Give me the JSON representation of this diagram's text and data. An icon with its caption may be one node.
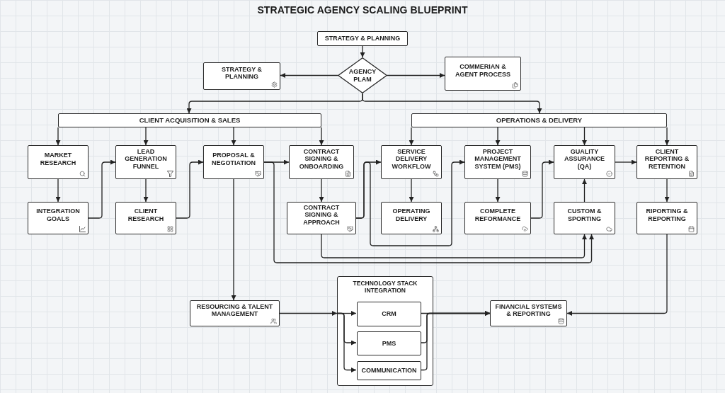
{
  "diagram": {
    "title": "STRATEGIC AGENCY SCALING BLUEPRINT",
    "nodes": [
      {
        "text": [
          "STRATEGY & PLANNING"
        ]
      },
      {
        "text": [
          "STRATEGY & PLANNING"
        ]
      },
      {
        "text": [
          "AGENCY PLAM"
        ]
      },
      {
        "text": [
          "COMMERIAN & AGENT PROCESS"
        ]
      },
      {
        "text": [
          "CLIENT ACQUISITION & SALES"
        ]
      },
      {
        "text": [
          "OPERATIONS & DELIVERY"
        ]
      },
      {
        "text": [
          "MARKET RESEARCH"
        ]
      },
      {
        "text": [
          "LEAD GENERATION FUNNEL"
        ]
      },
      {
        "text": [
          "PROPOSAL & NEGOTIATION"
        ]
      },
      {
        "text": [
          "CONTRACT SIGNING & ONBOARDING"
        ]
      },
      {
        "text": [
          "SERVICE DELIVERY WORKFLOW"
        ]
      },
      {
        "text": [
          "PROJECT MANAGEMENT SYSTEM (PMS)"
        ]
      },
      {
        "text": [
          "GUALITY ASSURANCE (QA)"
        ]
      },
      {
        "text": [
          "CLIENT REPORTING & RETENTION"
        ]
      },
      {
        "text": [
          "INTEGRATION GOALS"
        ]
      },
      {
        "text": [
          "CLIENT RESEARCH"
        ]
      },
      {
        "text": [
          "CONTRACT SIGNING & APPROACH"
        ]
      },
      {
        "text": [
          "OPERATING DELIVERY"
        ]
      },
      {
        "text": [
          "COMPLETE REFORMANCE"
        ]
      },
      {
        "text": [
          "CUSTOM & SPORTING"
        ]
      },
      {
        "text": [
          "RIPORTING & REPORTING"
        ]
      },
      {
        "text": [
          "RESOURCING & TALENT MANAGEMENT"
        ]
      },
      {
        "text": [
          "TECHNOLOGY STACK INTEGRATION"
        ]
      },
      {
        "text": [
          "CRM"
        ],
        "in": 22
      },
      {
        "text": [
          "PMS"
        ],
        "in": 22
      },
      {
        "text": [
          "COMMUNICATION"
        ],
        "in": 22
      },
      {
        "text": [
          "FINANCIAL SYSTEMS & REPORTING"
        ]
      }
    ],
    "edges": [
      {
        "from": 0,
        "to": 2,
        "arrow": "to"
      },
      {
        "from": 2,
        "to": 1,
        "arrow": "to"
      },
      {
        "from": 2,
        "to": 3,
        "arrow": "to"
      },
      {
        "from": 2,
        "to": 4,
        "arrow": "to"
      },
      {
        "from": 2,
        "to": 5,
        "arrow": "to"
      },
      {
        "from": 4,
        "to": 6,
        "arrow": "to"
      },
      {
        "from": 4,
        "to": 7,
        "arrow": "to"
      },
      {
        "from": 4,
        "to": 8,
        "arrow": "to"
      },
      {
        "from": 4,
        "to": 9,
        "arrow": "to"
      },
      {
        "from": 5,
        "to": 10,
        "arrow": "to"
      },
      {
        "from": 5,
        "to": 11,
        "arrow": "to"
      },
      {
        "from": 5,
        "to": 12,
        "arrow": "to"
      },
      {
        "from": 5,
        "to": 13,
        "arrow": "to"
      },
      {
        "from": 6,
        "to": 14,
        "arrow": "to"
      },
      {
        "from": 14,
        "to": 7,
        "arrow": "to"
      },
      {
        "from": 7,
        "to": 15,
        "arrow": "to"
      },
      {
        "from": 15,
        "to": 8,
        "arrow": "to"
      },
      {
        "from": 8,
        "to": 9,
        "arrow": "to"
      },
      {
        "from": 8,
        "to": 19,
        "arrow": "to"
      },
      {
        "from": 8,
        "to": 21,
        "arrow": "to"
      },
      {
        "from": 9,
        "to": 16,
        "arrow": "to"
      },
      {
        "from": 16,
        "to": 10,
        "arrow": "to"
      },
      {
        "from": 16,
        "to": 11,
        "arrow": "to"
      },
      {
        "from": 16,
        "to": 19,
        "arrow": "to"
      },
      {
        "from": 10,
        "to": 17,
        "arrow": "to"
      },
      {
        "from": 11,
        "to": 18,
        "arrow": "to"
      },
      {
        "from": 18,
        "to": 12,
        "arrow": "to"
      },
      {
        "from": 19,
        "to": 12,
        "arrow": "to"
      },
      {
        "from": 12,
        "to": 13,
        "arrow": "to"
      },
      {
        "from": 13,
        "to": 20,
        "arrow": "to"
      },
      {
        "from": 20,
        "to": 26,
        "arrow": "to"
      },
      {
        "from": 21,
        "to": 22,
        "arrow": "to"
      },
      {
        "from": 22,
        "to": 23,
        "arrow": "to"
      },
      {
        "from": 22,
        "to": 24,
        "arrow": "to"
      },
      {
        "from": 22,
        "to": 25,
        "arrow": "to"
      },
      {
        "from": 23,
        "to": 26,
        "arrow": "to"
      },
      {
        "from": 24,
        "to": 26,
        "arrow": "to"
      },
      {
        "from": 25,
        "to": 26,
        "arrow": "to"
      }
    ]
  }
}
